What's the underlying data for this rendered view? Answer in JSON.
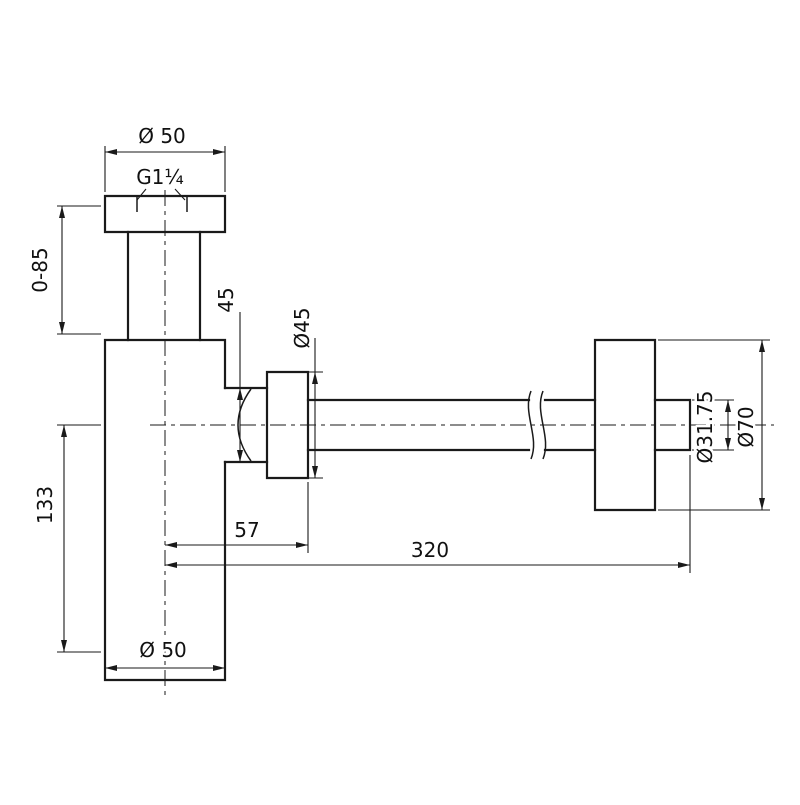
{
  "colors": {
    "line": "#1a1a1a",
    "background": "#ffffff"
  },
  "dimensions": {
    "top_diameter": "Ø 50",
    "thread_size": "G1¼",
    "tailpiece_adjust": "0-85",
    "stub_size": "45",
    "nut_diameter": "Ø45",
    "body_height": "133",
    "outlet_offset": "57",
    "outlet_length": "320",
    "pipe_diameter": "Ø31.75",
    "flange_diameter": "Ø70",
    "bottom_diameter": "Ø 50"
  }
}
